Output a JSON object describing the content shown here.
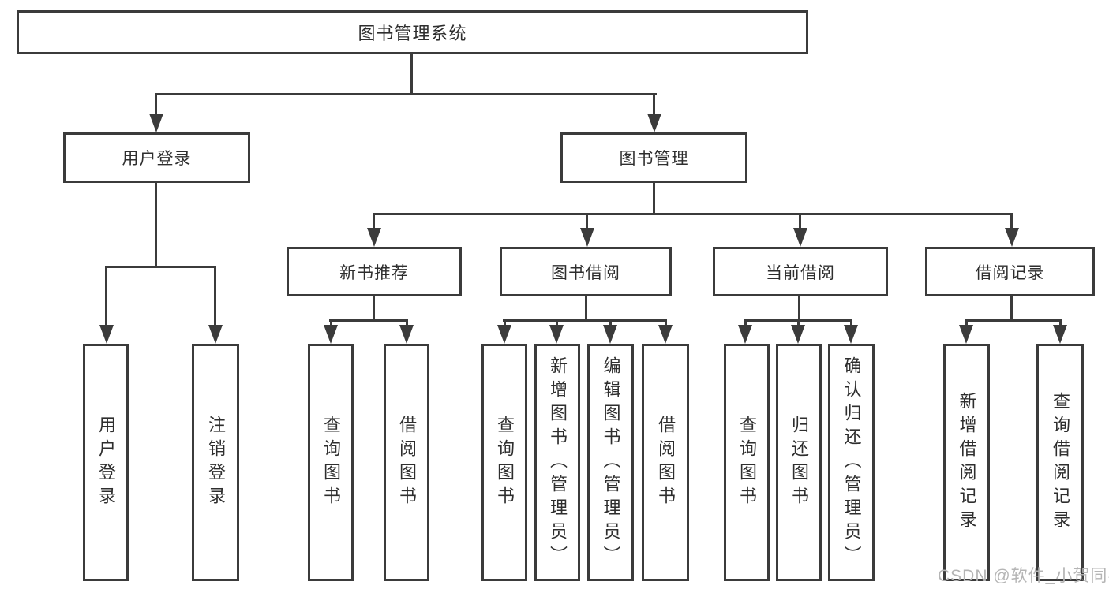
{
  "watermark": {
    "text": "CSDN @软件_小贺同学"
  },
  "colors": {
    "line": "#3b3b3b",
    "text": "#2e2e2e",
    "watermark": "#b5b5b5",
    "background": "#ffffff"
  },
  "diagram": {
    "type": "tree",
    "root": {
      "label": "图书管理系统",
      "children": [
        {
          "label": "用户登录",
          "children": [
            {
              "label": "用户登录"
            },
            {
              "label": "注销登录"
            }
          ]
        },
        {
          "label": "图书管理",
          "children": [
            {
              "label": "新书推荐",
              "children": [
                {
                  "label": "查询图书"
                },
                {
                  "label": "借阅图书"
                }
              ]
            },
            {
              "label": "图书借阅",
              "children": [
                {
                  "label": "查询图书"
                },
                {
                  "label": "新增图书（管理员）"
                },
                {
                  "label": "编辑图书（管理员）"
                },
                {
                  "label": "借阅图书"
                }
              ]
            },
            {
              "label": "当前借阅",
              "children": [
                {
                  "label": "查询图书"
                },
                {
                  "label": "归还图书"
                },
                {
                  "label": "确认归还（管理员）"
                }
              ]
            },
            {
              "label": "借阅记录",
              "children": [
                {
                  "label": "新增借阅记录"
                },
                {
                  "label": "查询借阅记录"
                }
              ]
            }
          ]
        }
      ]
    }
  }
}
